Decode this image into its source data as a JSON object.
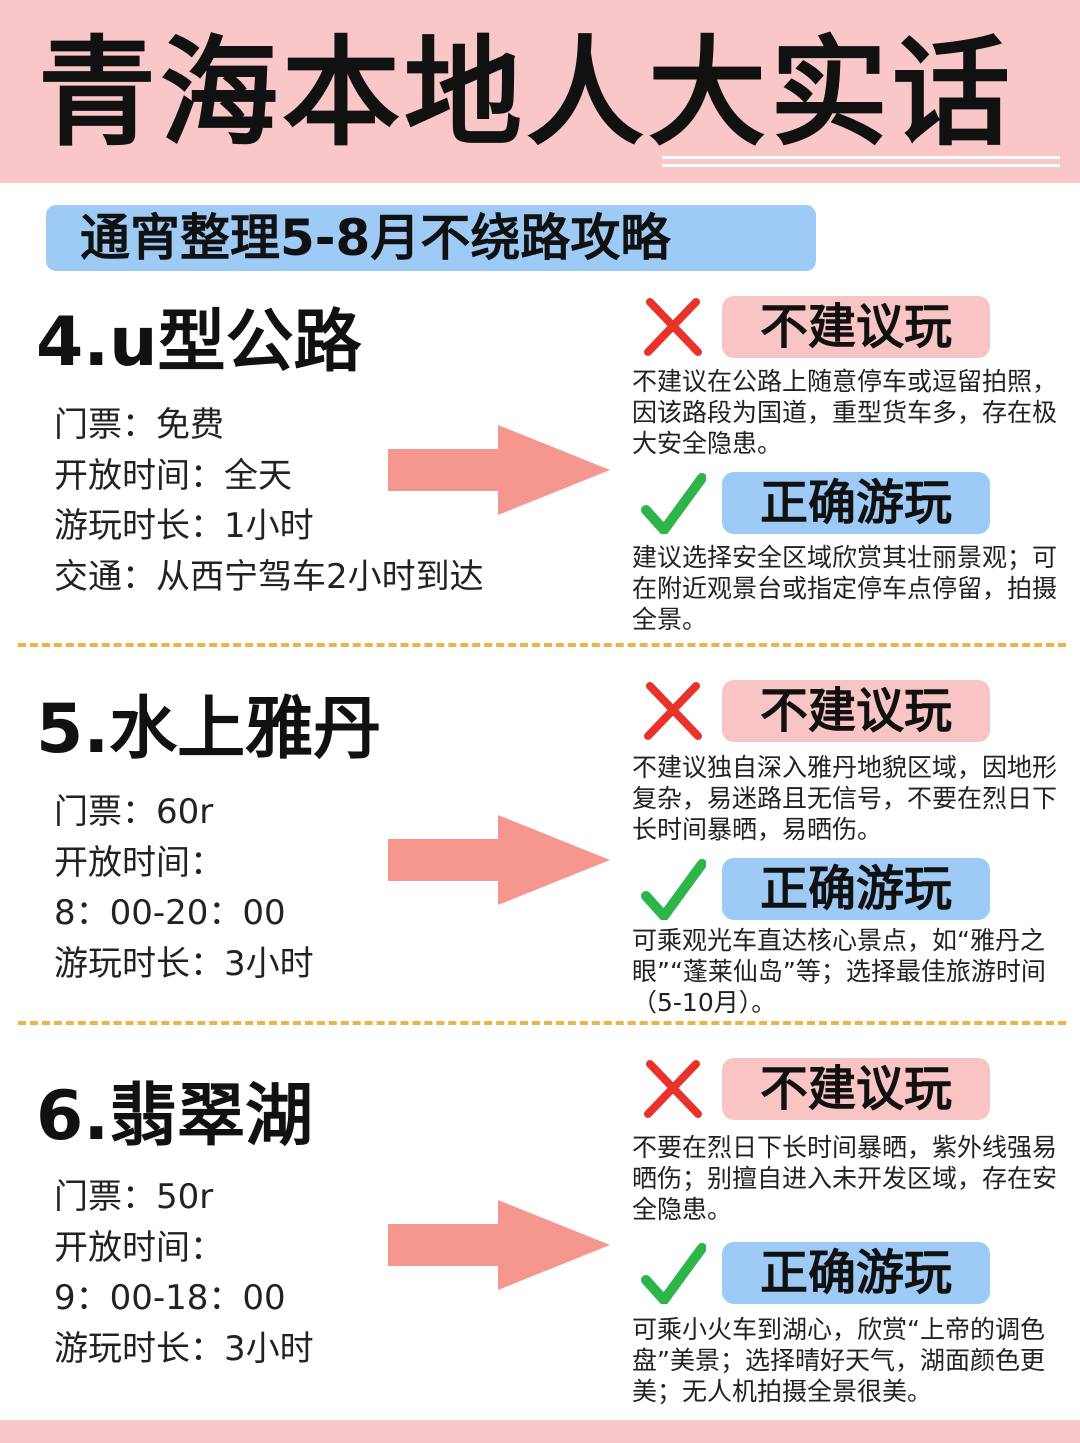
{
  "header": {
    "title": "青海本地人大实话",
    "subtitle": "通宵整理5-8月不绕路攻略"
  },
  "spots": [
    {
      "title": "4.u型公路",
      "info": [
        "门票：免费",
        "开放时间：全天",
        "游玩时长：1小时",
        "交通：从西宁驾车2小时到达"
      ],
      "bad_label": "不建议玩",
      "bad_text": "不建议在公路上随意停车或逗留拍照，因该路段为国道，重型货车多，存在极大安全隐患。",
      "good_label": "正确游玩",
      "good_text": "建议选择安全区域欣赏其壮丽景观；可在附近观景台或指定停车点停留，拍摄全景。"
    },
    {
      "title": "5.水上雅丹",
      "info": [
        "门票：60r",
        "开放时间：",
        "8：00-20：00",
        "游玩时长：3小时"
      ],
      "bad_label": "不建议玩",
      "bad_text": "不建议独自深入雅丹地貌区域，因地形复杂，易迷路且无信号，不要在烈日下长时间暴晒，易晒伤。",
      "good_label": "正确游玩",
      "good_text": "可乘观光车直达核心景点，如“雅丹之眼”“蓬莱仙岛”等；选择最佳旅游时间（5-10月）。"
    },
    {
      "title": "6.翡翠湖",
      "info": [
        "门票：50r",
        "开放时间：",
        "9：00-18：00",
        "游玩时长：3小时"
      ],
      "bad_label": "不建议玩",
      "bad_text": "不要在烈日下长时间暴晒，紫外线强易晒伤；别擅自进入未开发区域，存在安全隐患。",
      "good_label": "正确游玩",
      "good_text": "可乘小火车到湖心，欣赏“上帝的调色盘”美景；选择晴好天气，湖面颜色更美；无人机拍摄全景很美。"
    }
  ],
  "colors": {
    "header_bg": "#f9c7c7",
    "subtitle_bg": "#9ecbf6",
    "bad_pill": "#f8c4c4",
    "good_pill": "#9ecbf6",
    "arrow": "#f5968f",
    "cross": "#e8332a",
    "check": "#2db54a",
    "divider": "#ecb347"
  }
}
